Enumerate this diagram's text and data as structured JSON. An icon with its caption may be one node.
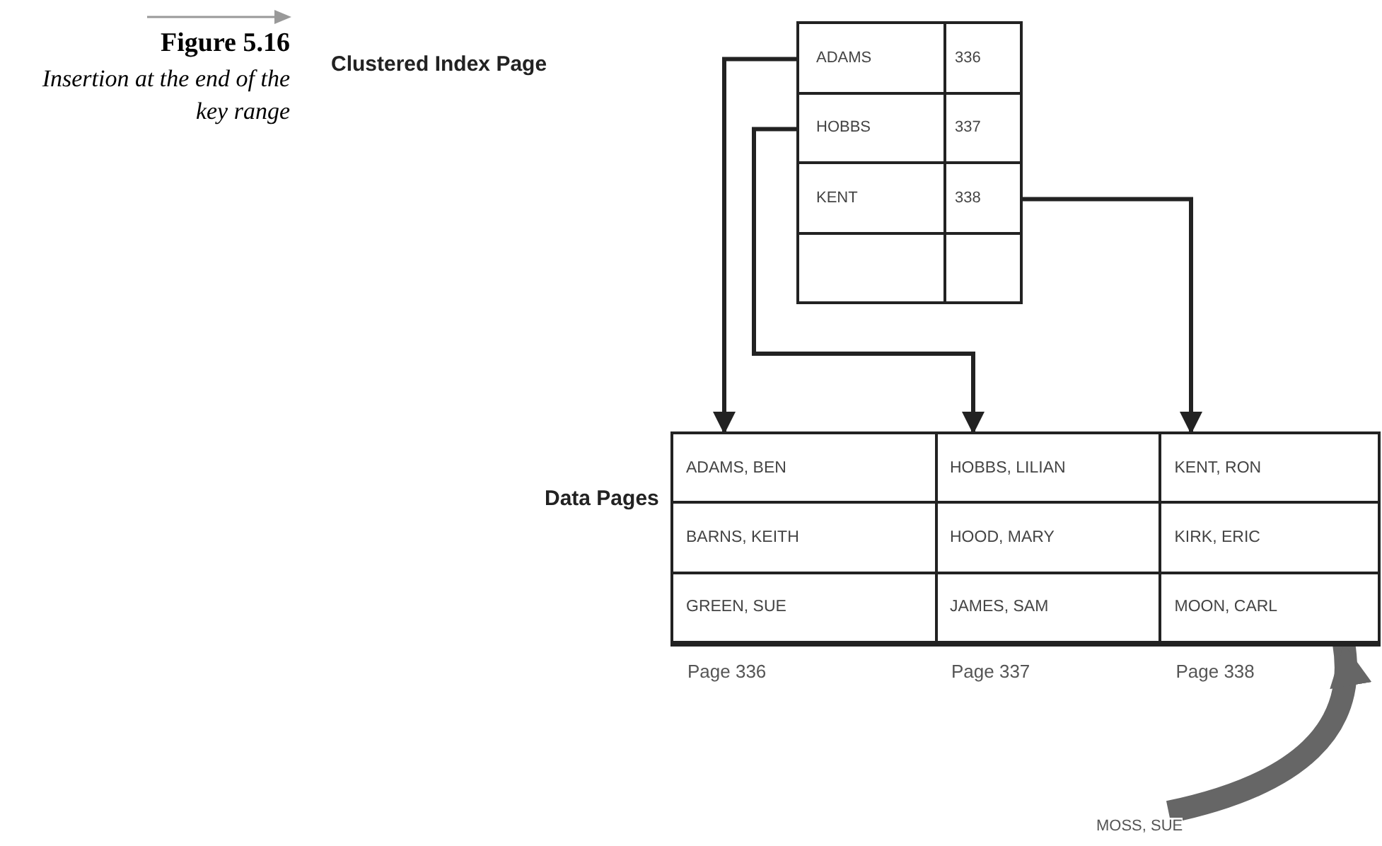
{
  "diagram": {
    "title": "Figure 5.16",
    "caption": "Insertion at the end of the key range",
    "nodes": [
      {
        "text": [],
        "shape": "box"
      },
      {
        "text": [
          "ADAMS",
          "336"
        ],
        "in": 0
      },
      {
        "text": [
          "HOBBS",
          "337"
        ],
        "in": 0
      },
      {
        "text": [
          "KENT",
          "338"
        ],
        "in": 0
      },
      {
        "text": [],
        "shape": "box",
        "in": 0
      },
      {
        "text": [],
        "shape": "box"
      },
      {
        "text": [
          "ADAMS, BEN",
          "BARNS, KEITH",
          "GREEN, SUE"
        ],
        "beside": [
          "Page 336"
        ],
        "in": 5
      },
      {
        "text": [
          "HOBBS, LILIAN",
          "HOOD, MARY",
          "JAMES, SAM"
        ],
        "beside": [
          "Page 337"
        ],
        "in": 5
      },
      {
        "text": [
          "KENT, RON",
          "KIRK, ERIC",
          "MOON, CARL"
        ],
        "beside": [
          "Page 338"
        ],
        "in": 5
      },
      {
        "text": [
          "MOSS, SUE"
        ]
      }
    ],
    "edges": [
      {
        "from": 1,
        "to": 6,
        "arrow": "to"
      },
      {
        "from": 2,
        "to": 7,
        "arrow": "to"
      },
      {
        "from": 3,
        "to": 8,
        "arrow": "to"
      },
      {
        "from": 9,
        "to": 8,
        "arrow": "to",
        "style": "thick",
        "color": "#666666"
      }
    ],
    "labels": [
      "Clustered Index Page",
      "Data Pages"
    ]
  }
}
